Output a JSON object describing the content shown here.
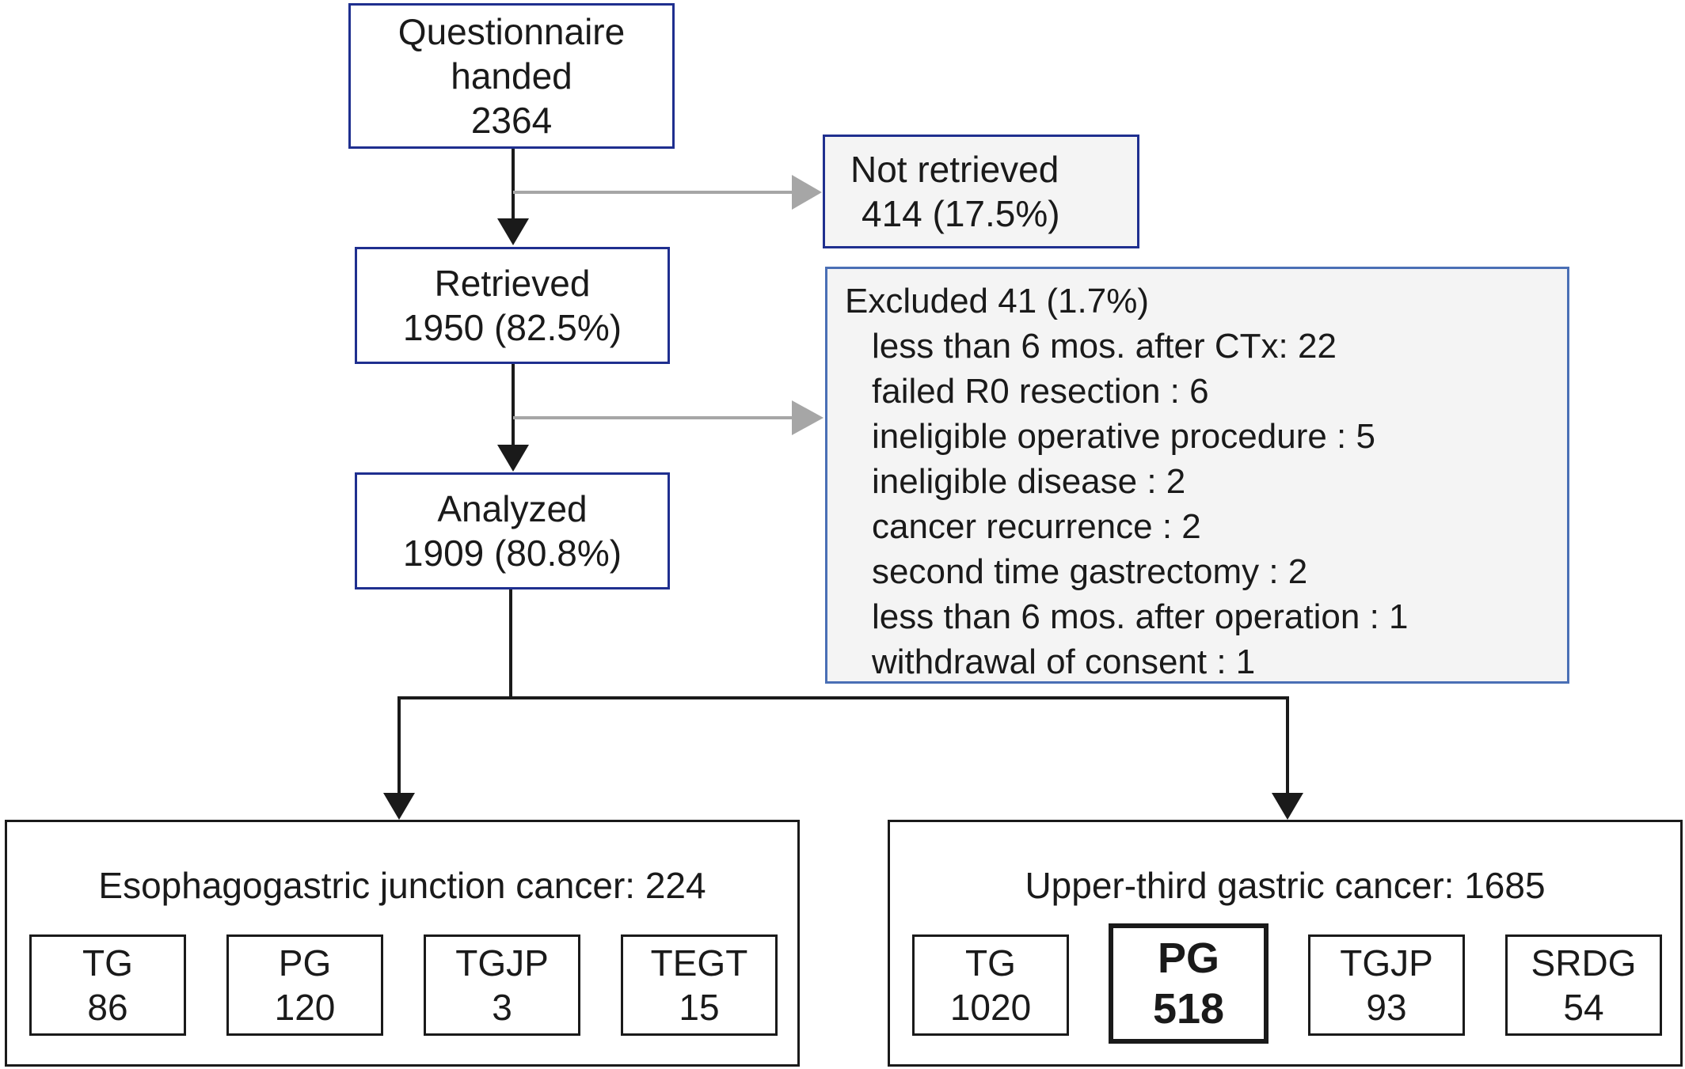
{
  "nodes": {
    "questionnaire": {
      "line1": "Questionnaire",
      "line2": "handed",
      "count": "2364"
    },
    "not_retrieved": {
      "label": "Not retrieved",
      "count": "414 (17.5%)"
    },
    "retrieved": {
      "label": "Retrieved",
      "count": "1950 (82.5%)"
    },
    "excluded": {
      "head": "Excluded 41 (1.7%)",
      "items": [
        "less than 6 mos. after CTx: 22",
        "failed R0 resection : 6",
        "ineligible operative procedure : 5",
        "ineligible disease : 2",
        "cancer recurrence : 2",
        "second time gastrectomy : 2",
        "less than 6 mos. after operation : 1",
        "withdrawal of consent : 1"
      ]
    },
    "analyzed": {
      "label": "Analyzed",
      "count": "1909 (80.8%)"
    }
  },
  "groups": {
    "egj": {
      "title": "Esophagogastric junction cancer: 224",
      "subgroups": [
        {
          "label": "TG",
          "count": "86"
        },
        {
          "label": "PG",
          "count": "120"
        },
        {
          "label": "TGJP",
          "count": "3"
        },
        {
          "label": "TEGT",
          "count": "15"
        }
      ]
    },
    "upper": {
      "title": "Upper-third gastric cancer: 1685",
      "subgroups": [
        {
          "label": "TG",
          "count": "1020"
        },
        {
          "label": "PG",
          "count": "518"
        },
        {
          "label": "TGJP",
          "count": "93"
        },
        {
          "label": "SRDG",
          "count": "54"
        }
      ]
    }
  },
  "colors": {
    "main_arrow": "#1a1a1a",
    "side_arrow": "#a6a6a6",
    "main_border": "#1f2f8f",
    "excluded_border": "#4a6fb5",
    "side_fill": "#f4f4f4"
  }
}
